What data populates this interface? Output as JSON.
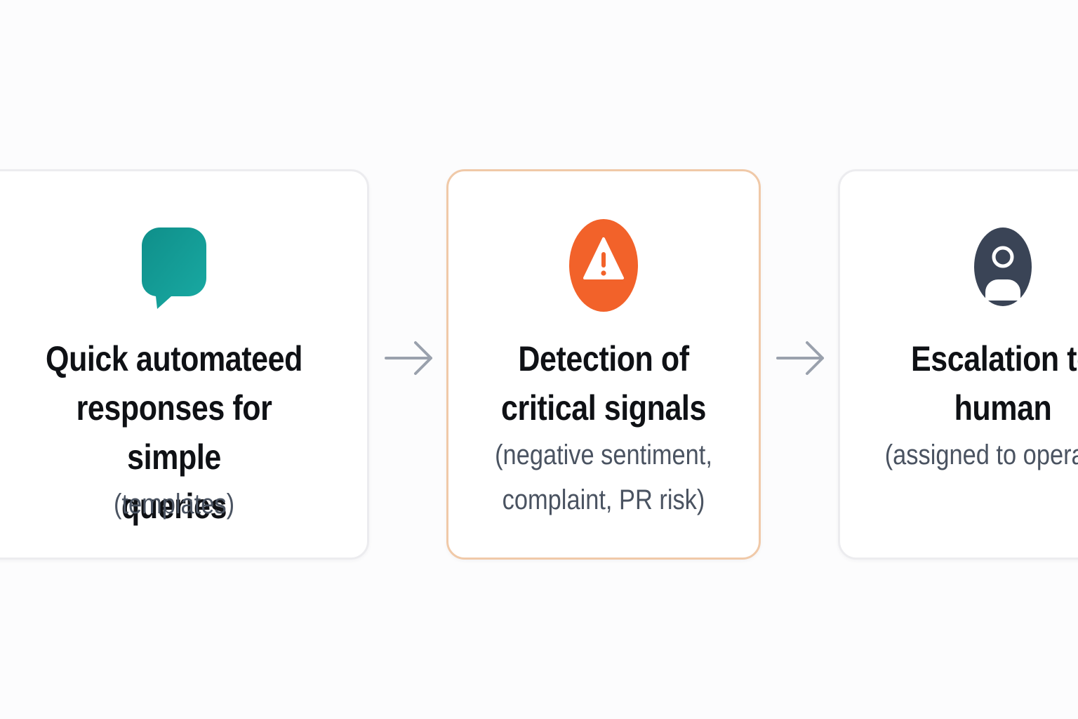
{
  "steps": [
    {
      "icon": "chat-bubble-icon",
      "title_lines": [
        "Quick automateed",
        "responses for simple",
        "queries"
      ],
      "subtitle_lines": [
        "(templates)"
      ],
      "accent": "#13a39a"
    },
    {
      "icon": "warning-icon",
      "title_lines": [
        "Detection of",
        "critical signals"
      ],
      "subtitle_lines": [
        "(negative sentiment,",
        "complaint, PR risk)"
      ],
      "accent": "#f2622a"
    },
    {
      "icon": "person-icon",
      "title_lines": [
        "Escalation to",
        "human"
      ],
      "subtitle_lines": [
        "(assigned to operator)"
      ],
      "accent": "#3a4456"
    }
  ],
  "colors": {
    "arrow": "#9aa1ad",
    "card_border": "#ececef",
    "highlight_border": "#f0c9a8"
  }
}
